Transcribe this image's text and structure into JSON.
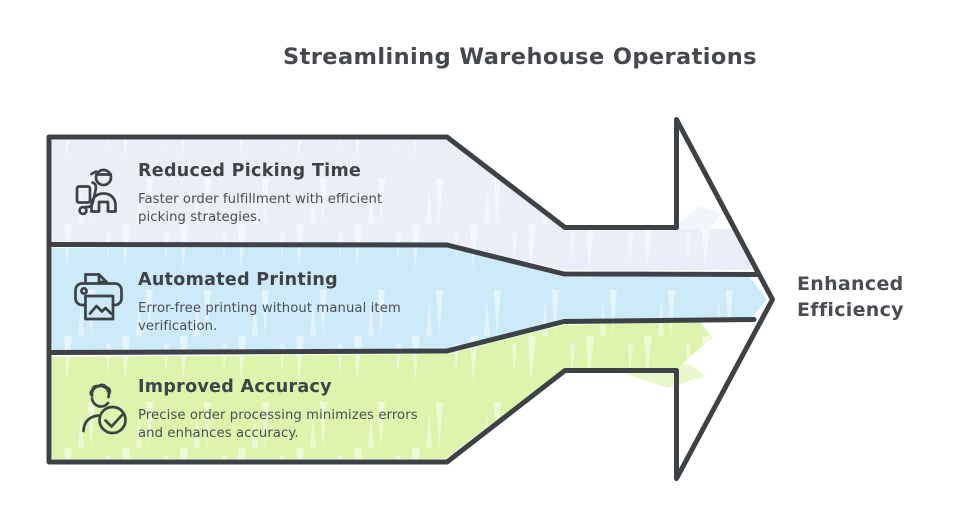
{
  "title": "Streamlining Warehouse Operations",
  "cards": [
    {
      "heading": "Reduced Picking Time",
      "body_line1": "Faster order fulfillment with efficient",
      "body_line2": "picking strategies.",
      "icon": "picker-cart-icon",
      "fill": "#e9eef9"
    },
    {
      "heading": "Automated Printing",
      "body_line1": "Error-free printing without manual item",
      "body_line2": "verification.",
      "icon": "printer-icon",
      "fill": "#cdeaf8"
    },
    {
      "heading": "Improved Accuracy",
      "body_line1": "Precise order processing minimizes errors",
      "body_line2": "and enhances accuracy.",
      "icon": "person-check-icon",
      "fill": "#ddf4ad"
    }
  ],
  "result": {
    "line1": "Enhanced",
    "line2": "Efficiency"
  },
  "colors": {
    "outline": "#3d4247",
    "title_text": "#45494e",
    "heading_text": "#3f4347",
    "body_text": "#4b4f54",
    "result_text": "#4a4e53",
    "band1": "#e9eef9",
    "band2": "#cdeaf8",
    "band3": "#ddf4ad",
    "background": "#ffffff"
  }
}
